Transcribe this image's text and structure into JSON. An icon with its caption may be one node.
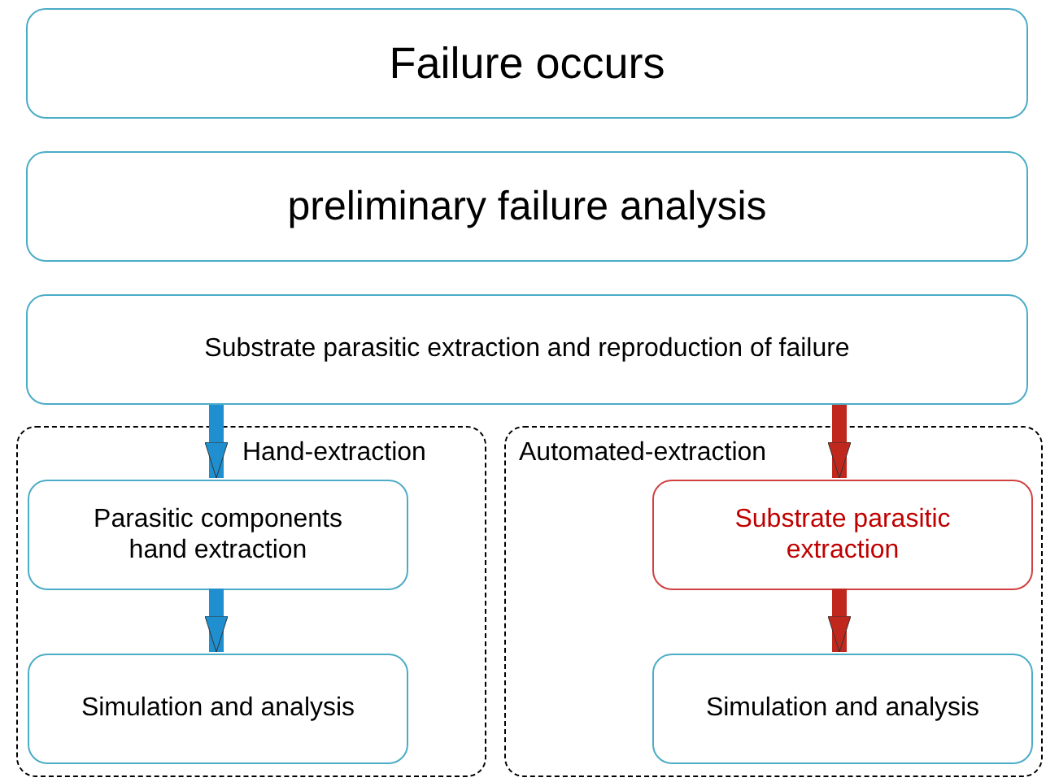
{
  "diagram": {
    "nodes": [
      {
        "text": [
          "Failure occurs"
        ]
      },
      {
        "text": [
          "preliminary failure analysis"
        ]
      },
      {
        "text": [
          "Substrate parasitic extraction and reproduction of failure"
        ]
      },
      {
        "text": [
          "Hand-extraction"
        ]
      },
      {
        "text": [
          "Parasitic components hand extraction"
        ],
        "in": 3
      },
      {
        "text": [
          "Simulation and analysis"
        ],
        "in": 3
      },
      {
        "text": [
          "Automated-extraction"
        ]
      },
      {
        "text": [
          "Substrate parasitic extraction"
        ],
        "in": 6
      },
      {
        "text": [
          "Simulation and analysis"
        ],
        "in": 6
      }
    ],
    "edges": [
      {
        "from": 2,
        "to": 4,
        "arrow": "to",
        "color": "#1f8fd0"
      },
      {
        "from": 4,
        "to": 5,
        "arrow": "to",
        "color": "#1f8fd0"
      },
      {
        "from": 2,
        "to": 7,
        "arrow": "to",
        "color": "#c0281e"
      },
      {
        "from": 7,
        "to": 8,
        "arrow": "to",
        "color": "#c0281e"
      }
    ]
  }
}
